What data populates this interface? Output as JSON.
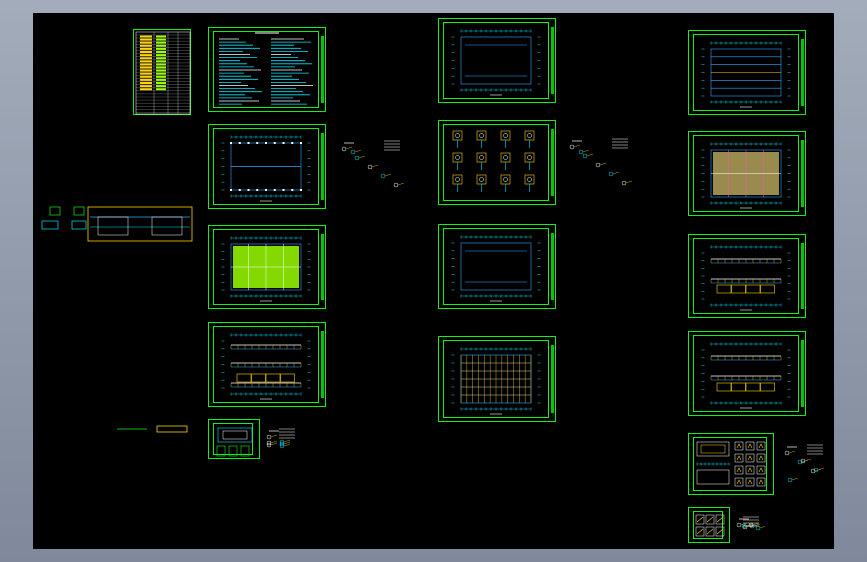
{
  "window": {
    "title": "",
    "background": "#000000",
    "frame_color": "#8e98a8"
  },
  "colors": {
    "frame": "#14f014",
    "dim": "#00e5ff",
    "hatch": "#9aff00",
    "text": "#ffffff",
    "accent": "#ffd400",
    "plan": "#2ea8ff"
  },
  "drawing": {
    "sheets": [
      {
        "name": "sheet-material-schedule",
        "kind": "table"
      },
      {
        "name": "sheet-design-notes",
        "kind": "notes"
      },
      {
        "name": "sheet-foundation-plan",
        "kind": "plan"
      },
      {
        "name": "sheet-floor-slab-plan",
        "kind": "slab"
      },
      {
        "name": "sheet-beam-elevations",
        "kind": "elev"
      },
      {
        "name": "sheet-detail-small",
        "kind": "detail"
      },
      {
        "name": "sheet-column-layout-1",
        "kind": "plan"
      },
      {
        "name": "sheet-column-details",
        "kind": "details"
      },
      {
        "name": "sheet-column-layout-2",
        "kind": "plan"
      },
      {
        "name": "sheet-roof-framing",
        "kind": "roof"
      },
      {
        "name": "sheet-purlin-plan",
        "kind": "plan2"
      },
      {
        "name": "sheet-bracing-plan",
        "kind": "slab2"
      },
      {
        "name": "sheet-frame-elevation",
        "kind": "elev2"
      },
      {
        "name": "sheet-wall-elevations",
        "kind": "elev3"
      },
      {
        "name": "sheet-node-details-1",
        "kind": "nodes"
      },
      {
        "name": "sheet-node-details-2",
        "kind": "nodes2"
      }
    ]
  }
}
